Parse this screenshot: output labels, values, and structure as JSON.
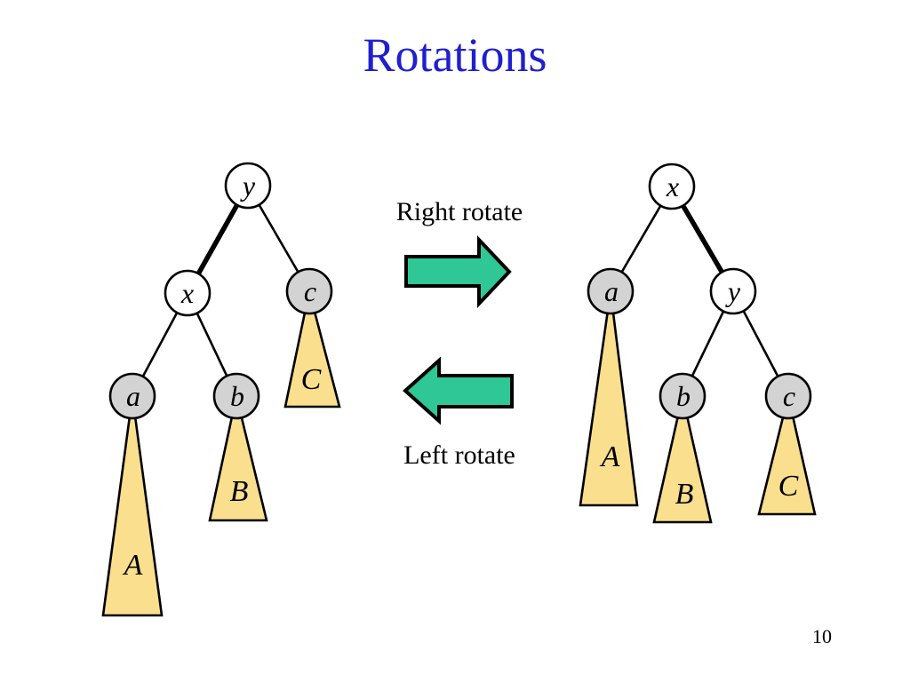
{
  "title": "Rotations",
  "page_number": "10",
  "rotate_labels": {
    "right": "Right rotate",
    "left": "Left rotate"
  },
  "colors": {
    "title_blue": "#1f1fcf",
    "highlight_edge_blue": "#1414dd",
    "arrow_green": "#2ec795",
    "subtree_yellow": "#fadf8e",
    "node_gray": "#d3d3d3",
    "node_white": "#ffffff"
  },
  "left_tree": {
    "root": "y",
    "left": "x",
    "right": "c",
    "left_left": "a",
    "left_right": "b",
    "subtree_left": "A",
    "subtree_mid": "B",
    "subtree_right": "C"
  },
  "right_tree": {
    "root": "x",
    "left": "a",
    "right": "y",
    "right_left": "b",
    "right_right": "c",
    "subtree_left": "A",
    "subtree_mid": "B",
    "subtree_right": "C"
  }
}
